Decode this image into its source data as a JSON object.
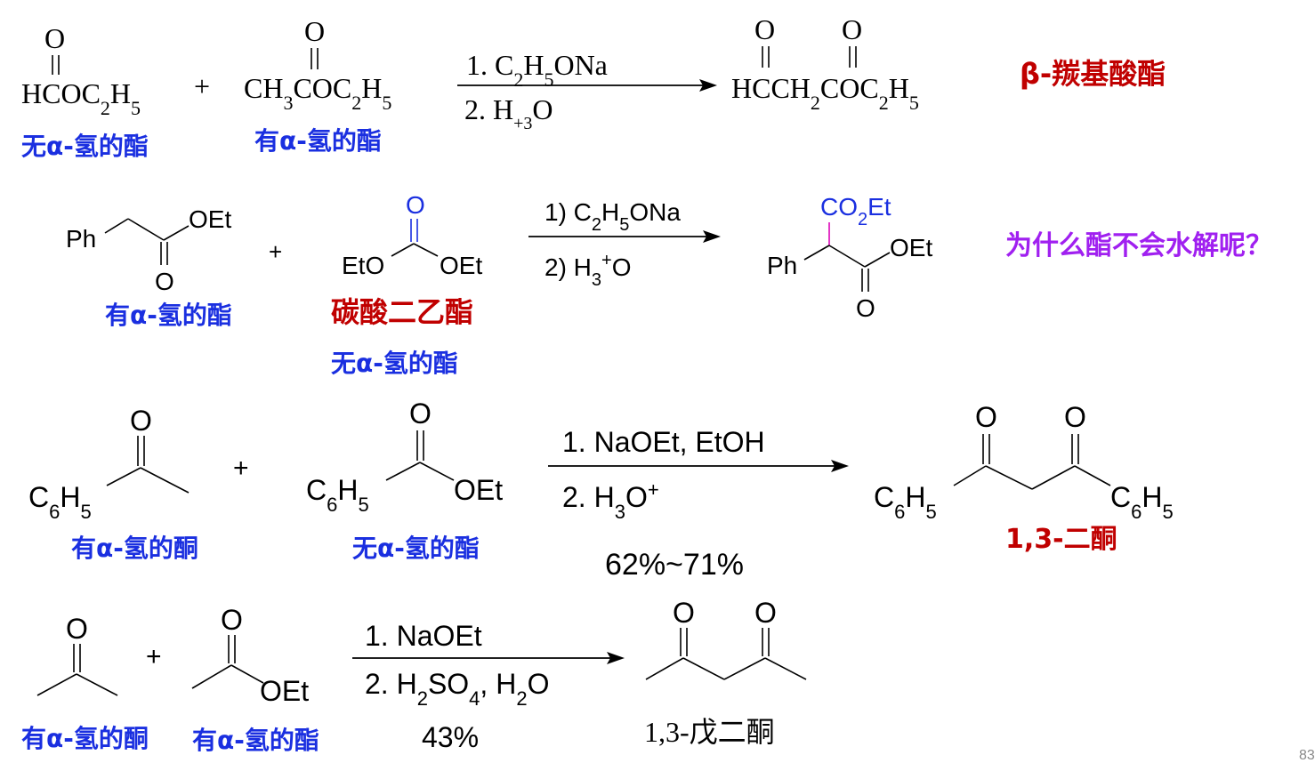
{
  "colors": {
    "text": "#000000",
    "label_blue": "#1a2fe0",
    "label_red": "#c00000",
    "question_purple": "#a020f0",
    "bond_magenta": "#e020c0",
    "oxygen_blue": "#1a2fe0",
    "bond": "#000000"
  },
  "reaction1": {
    "r1_formula": "HCOC2H5",
    "r1_oxygen": "O",
    "plus": "+",
    "r2_formula": "CH3COC2H5",
    "r2_oxygen": "O",
    "cond1": "1. C2H5ONa",
    "cond2": "2. H+3O",
    "product_formula": "HCCH2COC2H5",
    "product_oxygen_1": "O",
    "product_oxygen_2": "O",
    "label_r1": "无α-氢的酯",
    "label_r2": "有α-氢的酯",
    "product_class": "β-羰基酸酯"
  },
  "reaction2": {
    "r1_ph": "Ph",
    "r1_oet": "OEt",
    "r1_o": "O",
    "plus": "+",
    "r2_o": "O",
    "r2_eto": "EtO",
    "r2_oet": "OEt",
    "cond1": "1) C2H5ONa",
    "cond2": "2) H3+O",
    "p_co2et": "CO2Et",
    "p_ph": "Ph",
    "p_oet": "OEt",
    "p_o": "O",
    "label_r1": "有α-氢的酯",
    "label_r2_name": "碳酸二乙酯",
    "label_r2": "无α-氢的酯",
    "question": "为什么酯不会水解呢？"
  },
  "reaction3": {
    "r1_c6h5": "C6H5",
    "r1_o": "O",
    "plus": "+",
    "r2_c6h5": "C6H5",
    "r2_o": "O",
    "r2_oet": "OEt",
    "cond1": "1. NaOEt, EtOH",
    "cond2": "2. H3O+",
    "yield": "62%~71%",
    "p_o1": "O",
    "p_o2": "O",
    "p_c6h5_left": "C6H5",
    "p_c6h5_right": "C6H5",
    "label_r1": "有α-氢的酮",
    "label_r2": "无α-氢的酯",
    "product_class": "1,3-二酮"
  },
  "reaction4": {
    "r1_o": "O",
    "plus": "+",
    "r2_o": "O",
    "r2_oet": "OEt",
    "cond1": "1. NaOEt",
    "cond2": "2. H2SO4, H2O",
    "yield": "43%",
    "p_o1": "O",
    "p_o2": "O",
    "product_name": "1,3-戊二酮",
    "label_r1": "有α-氢的酮",
    "label_r2": "有α-氢的酯"
  },
  "page_number": "83"
}
